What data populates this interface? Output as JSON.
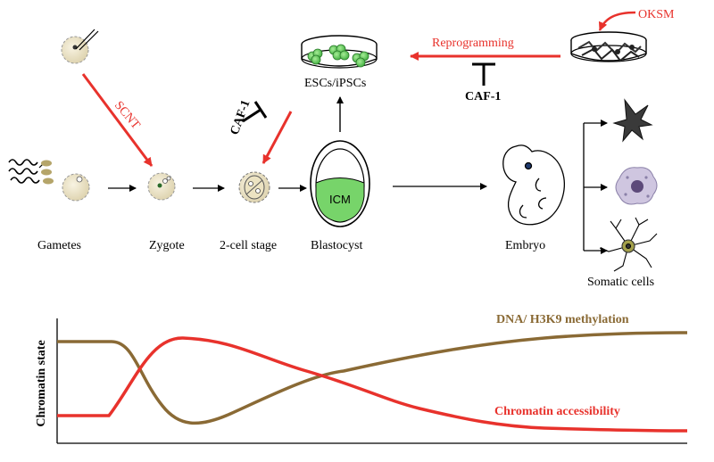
{
  "labels": {
    "oksm": "OKSM",
    "reprogramming": "Reprogramming",
    "caf1_top": "CAF-1",
    "caf1_side": "CAF-1",
    "scnt": "SCNT",
    "escs": "ESCs/iPSCs",
    "icm": "ICM",
    "gametes": "Gametes",
    "zygote": "Zygote",
    "two_cell": "2-cell stage",
    "blastocyst": "Blastocyst",
    "embryo": "Embryo",
    "somatic": "Somatic cells"
  },
  "plot": {
    "ylabel": "Chromatin state",
    "series_methylation": "DNA/ H3K9 methylation",
    "series_accessibility": "Chromatin accessibility"
  },
  "colors": {
    "red": "#e8322c",
    "brown": "#8a6a35",
    "dish": "#000000",
    "cell_fill": "#efe8cf",
    "icm_fill": "#77d46a",
    "macrophage": "#cfc6e0"
  }
}
